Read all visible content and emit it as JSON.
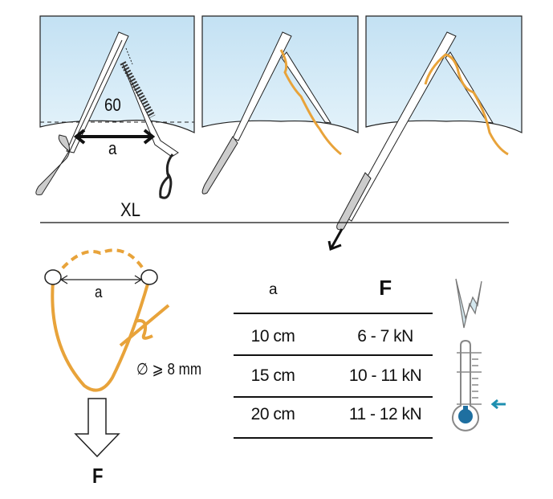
{
  "top_panels": {
    "angle_label": "60",
    "distance_label": "a",
    "screw_size_label": "XL"
  },
  "loop_diagram": {
    "distance_label": "a",
    "diameter_label": "∅ ⩾ 8 mm",
    "force_label": "F"
  },
  "strength_table": {
    "headers": [
      "a",
      "F"
    ],
    "rows": [
      [
        "10 cm",
        "6 - 7 kN"
      ],
      [
        "15 cm",
        "10 - 11 kN"
      ],
      [
        "20 cm",
        "11 - 12 kN"
      ]
    ]
  },
  "colors": {
    "ice": "#c6e3f3",
    "rope": "#e8a33a",
    "accent": "#1e6fa0"
  },
  "icons": [
    "ice-icon",
    "cold-thermometer-icon"
  ]
}
